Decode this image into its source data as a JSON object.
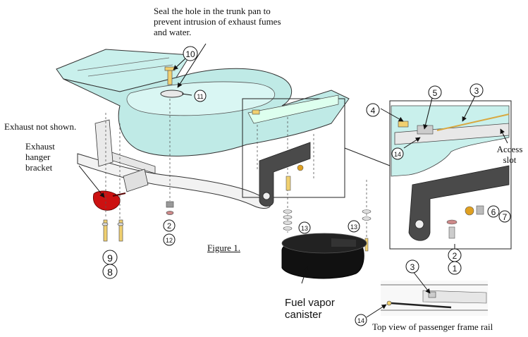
{
  "callouts": {
    "seal_note": "Seal the hole in the trunk pan to prevent intrusion of exhaust fumes and water.",
    "exhaust_not_shown": "Exhaust not shown.",
    "exhaust_hanger_bracket": "Exhaust hanger bracket",
    "figure_label": "Figure 1.",
    "fuel_vapor_canister": "Fuel vapor canister",
    "access_slot": "Access slot",
    "top_view_caption": "Top view of passenger frame rail"
  },
  "part_numbers": {
    "n1": "1",
    "n2": "2",
    "n3": "3",
    "n4": "4",
    "n5": "5",
    "n6": "6",
    "n7": "7",
    "n8": "8",
    "n9": "9",
    "n10": "10",
    "n11": "11",
    "n12": "12",
    "n13": "13",
    "n14": "14"
  },
  "colors": {
    "trunk_pan": "#c9f0ec",
    "bracket_dark": "#4a4a4a",
    "hanger_red": "#cc1111",
    "canister_black": "#111111",
    "washer_gold": "#e0a020",
    "bolt_yellow": "#f0d070"
  }
}
